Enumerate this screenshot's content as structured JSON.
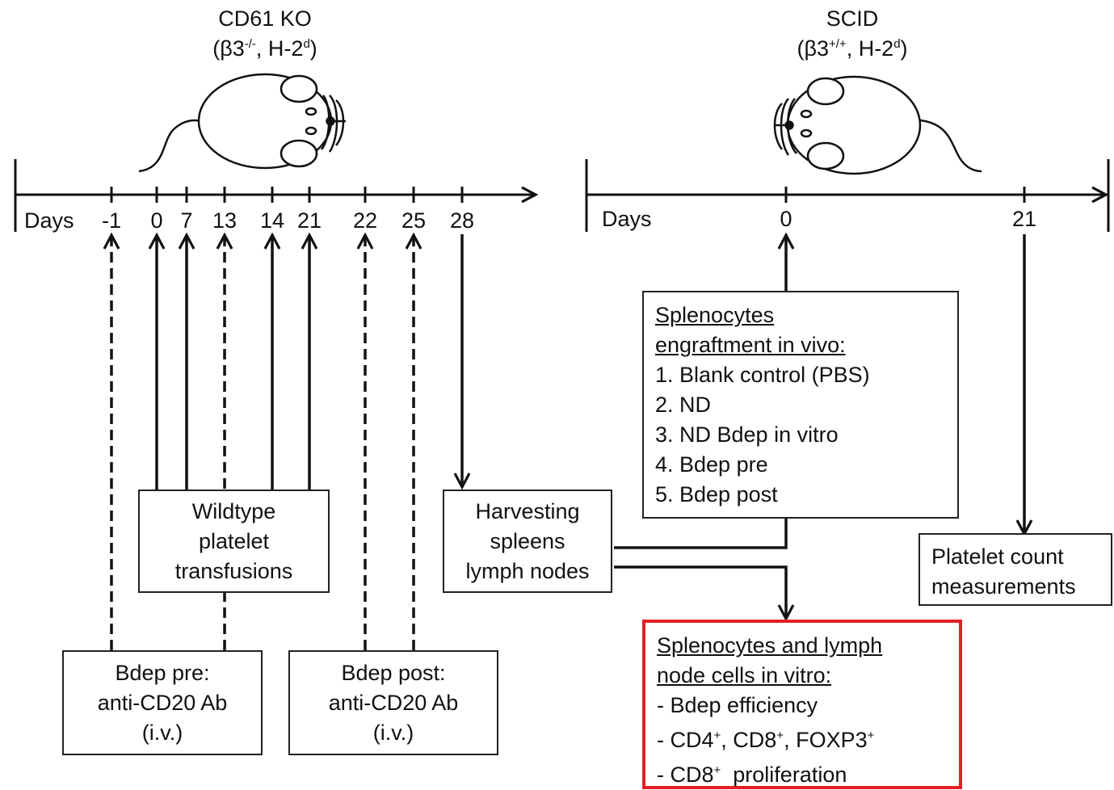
{
  "left_panel": {
    "mouse_title": "CD61 KO",
    "mouse_genotype": "(β3",
    "mouse_genotype_sup": "-/-",
    "mouse_genotype_rest": ", H-2",
    "mouse_genotype_sup2": "d",
    "mouse_genotype_end": ")",
    "days_label": "Days",
    "ticks": [
      "-1",
      "0",
      "7",
      "13",
      "14",
      "21",
      "22",
      "25",
      "28"
    ],
    "transfusion_box": [
      "Wildtype",
      "platelet",
      "transfusions"
    ],
    "harvest_box": [
      "Harvesting",
      "spleens",
      "lymph  nodes"
    ],
    "bdep_pre_box": [
      "Bdep pre:",
      "anti-CD20 Ab",
      "(i.v.)"
    ],
    "bdep_post_box": [
      "Bdep post:",
      "anti-CD20 Ab",
      "(i.v.)"
    ]
  },
  "right_panel": {
    "mouse_title": "SCID",
    "mouse_genotype": "(β3",
    "mouse_genotype_sup": "+/+",
    "mouse_genotype_rest": ", H-2",
    "mouse_genotype_sup2": "d",
    "mouse_genotype_end": ")",
    "days_label": "Days",
    "ticks": [
      "0",
      "21"
    ],
    "engraftment_box": {
      "heading_1": "Splenocytes",
      "heading_2": "engraftment  in vivo:",
      "items": [
        "1. Blank control (PBS)",
        "2. ND",
        "3. ND Bdep in vitro",
        "4. Bdep pre",
        "5. Bdep post"
      ]
    },
    "platelet_box": [
      "Platelet count",
      "measurements"
    ],
    "invitro_box": {
      "heading_1": "Splenocytes and lymph",
      "heading_2": "node cells in vitro:",
      "item_1": "- Bdep efficiency",
      "item_2_a": "- CD4",
      "item_2_b": ", CD8",
      "item_2_c": ", FOXP3",
      "item_3_a": "- CD8",
      "item_3_b": "  proliferation",
      "sup_plus": "+"
    }
  },
  "colors": {
    "line": "#111111",
    "highlight_border": "#e31e24"
  }
}
